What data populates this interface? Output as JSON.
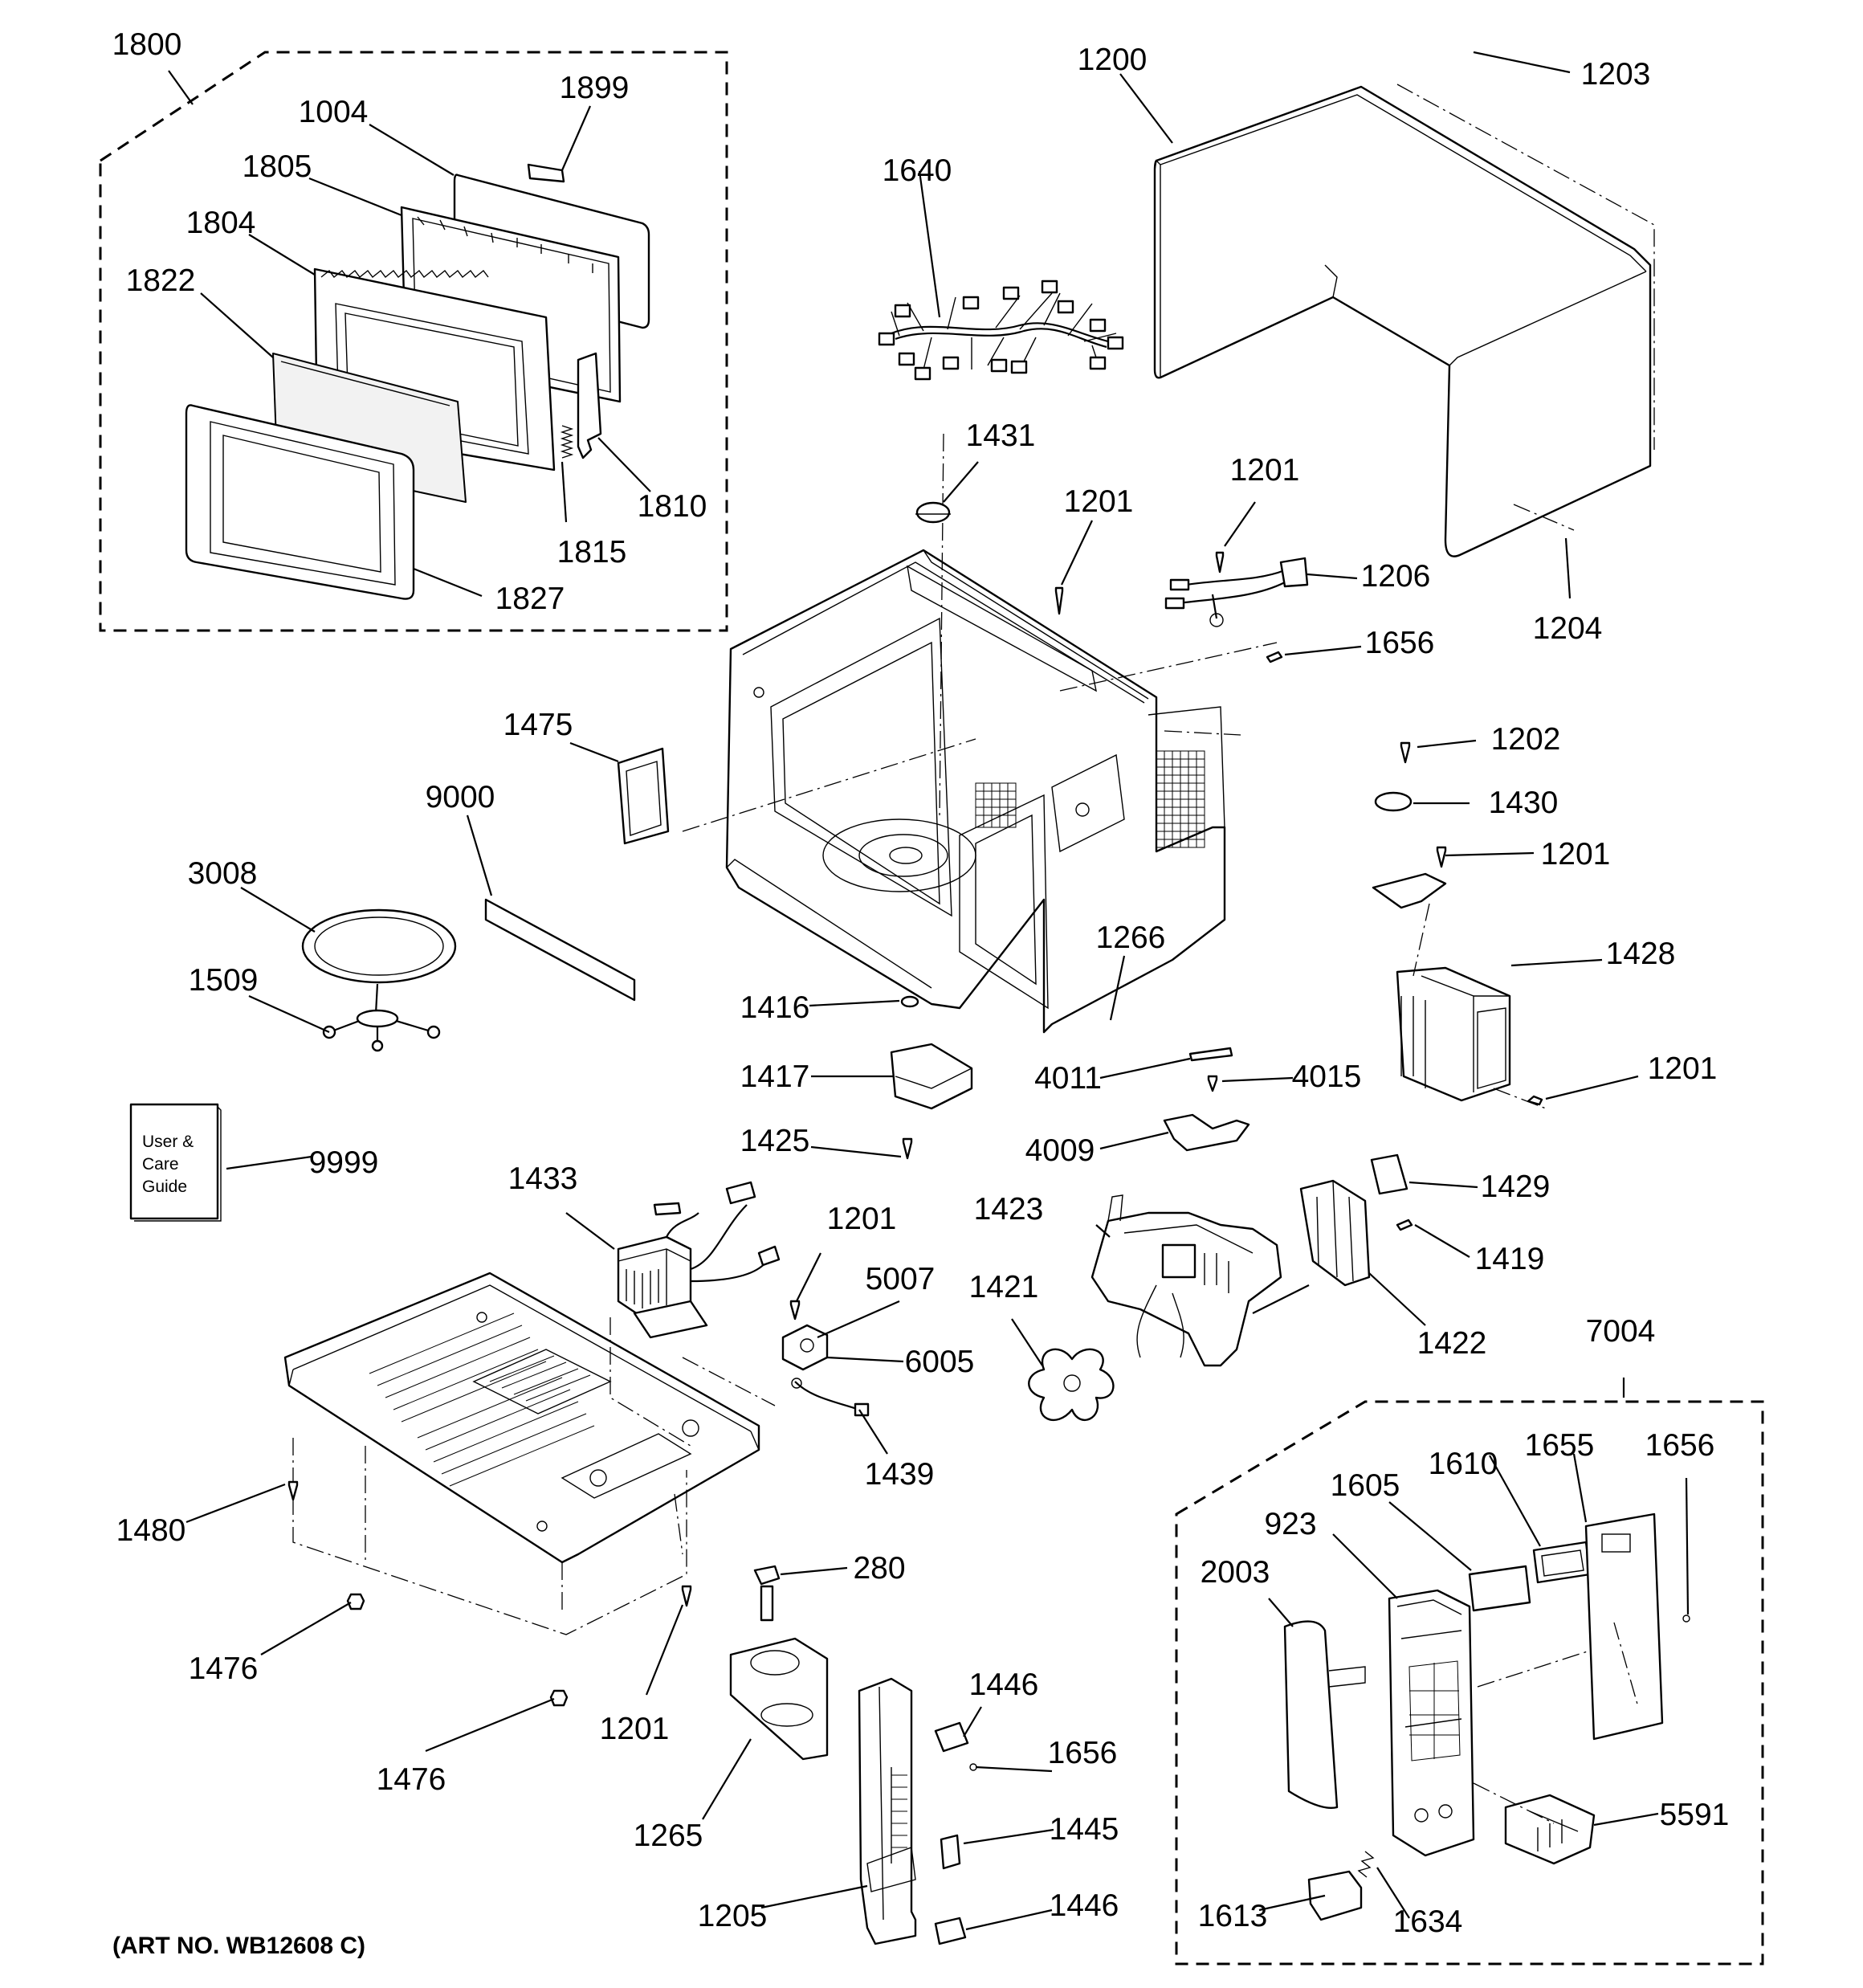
{
  "labels": {
    "l1800": "1800",
    "l1899": "1899",
    "l1004": "1004",
    "l1805": "1805",
    "l1804": "1804",
    "l1822": "1822",
    "l1810": "1810",
    "l1815": "1815",
    "l1827": "1827",
    "l1200": "1200",
    "l1203": "1203",
    "l1204": "1204",
    "l1640": "1640",
    "l1431": "1431",
    "l1201a": "1201",
    "l1201b": "1201",
    "l1206": "1206",
    "l1656a": "1656",
    "l1202": "1202",
    "l1430": "1430",
    "l1201c": "1201",
    "l1428": "1428",
    "l1201d": "1201",
    "l1475": "1475",
    "l9000": "9000",
    "l3008": "3008",
    "l1509": "1509",
    "l1266": "1266",
    "l1416": "1416",
    "l1417": "1417",
    "l4011": "4011",
    "l4015": "4015",
    "l1425": "1425",
    "l4009": "4009",
    "l1429": "1429",
    "l9999": "9999",
    "l1433": "1433",
    "l1201e": "1201",
    "l5007": "5007",
    "l6005": "6005",
    "l1423": "1423",
    "l1419": "1419",
    "l1421": "1421",
    "l1422": "1422",
    "l7004": "7004",
    "l1439": "1439",
    "l1480": "1480",
    "l1655": "1655",
    "l1656b": "1656",
    "l1610": "1610",
    "l1605": "1605",
    "l923": "923",
    "l2003": "2003",
    "l280": "280",
    "l1476a": "1476",
    "l1201f": "1201",
    "l1446a": "1446",
    "l1656c": "1656",
    "l1476b": "1476",
    "l1265": "1265",
    "l1445": "1445",
    "l5591": "5591",
    "l1205": "1205",
    "l1446b": "1446",
    "l1613": "1613",
    "l1634": "1634"
  },
  "book": {
    "line1": "User &",
    "line2": "Care",
    "line3": "Guide"
  },
  "art_number": "(ART NO. WB12608 C)"
}
